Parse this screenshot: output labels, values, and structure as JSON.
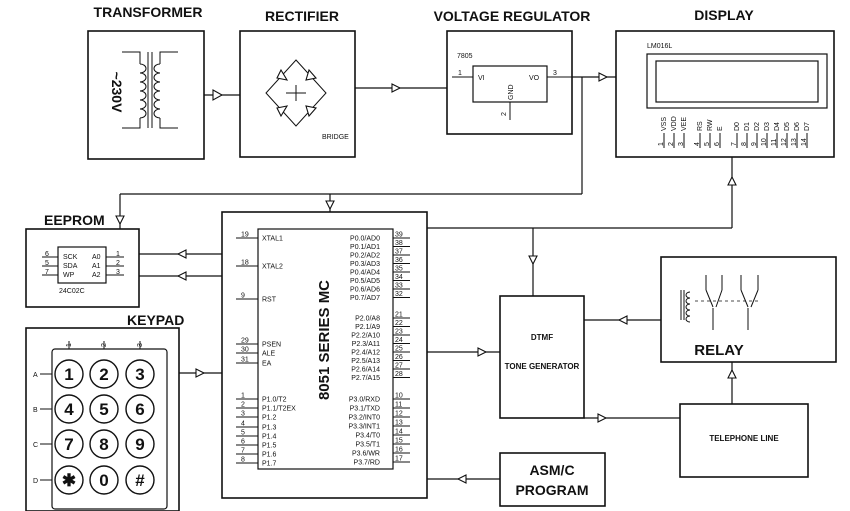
{
  "blocks": {
    "transformer": {
      "title": "TRANSFORMER",
      "voltage": "~230V"
    },
    "rectifier": {
      "title": "RECTIFIER",
      "bridge_label": "BRIDGE"
    },
    "regulator": {
      "title": "VOLTAGE REGULATOR",
      "part": "7805",
      "pin_in_num": "1",
      "pin_in": "VI",
      "pin_out": "VO",
      "pin_out_num": "3",
      "pin_gnd": "GND",
      "pin_gnd_num": "2"
    },
    "display": {
      "title": "DISPLAY",
      "part": "LM016L",
      "pins": [
        {
          "name": "VSS",
          "num": "1"
        },
        {
          "name": "VDD",
          "num": "2"
        },
        {
          "name": "VEE",
          "num": "3"
        },
        {
          "name": "RS",
          "num": "4"
        },
        {
          "name": "RW",
          "num": "5"
        },
        {
          "name": "E",
          "num": "6"
        },
        {
          "name": "D0",
          "num": "7"
        },
        {
          "name": "D1",
          "num": "8"
        },
        {
          "name": "D2",
          "num": "9"
        },
        {
          "name": "D3",
          "num": "10"
        },
        {
          "name": "D4",
          "num": "11"
        },
        {
          "name": "D5",
          "num": "12"
        },
        {
          "name": "D6",
          "num": "13"
        },
        {
          "name": "D7",
          "num": "14"
        }
      ]
    },
    "eeprom": {
      "title": "EEPROM",
      "part": "24C02C",
      "left_pins": [
        {
          "num": "6",
          "name": "SCK"
        },
        {
          "num": "5",
          "name": "SDA"
        },
        {
          "num": "7",
          "name": "WP"
        }
      ],
      "right_pins": [
        {
          "name": "A0",
          "num": "1"
        },
        {
          "name": "A1",
          "num": "2"
        },
        {
          "name": "A2",
          "num": "3"
        }
      ]
    },
    "mcu": {
      "title": "8051 SERIES MC",
      "left_pins": [
        {
          "num": "19",
          "name": "XTAL1"
        },
        {
          "num": "18",
          "name": "XTAL2"
        },
        {
          "num": "9",
          "name": "RST"
        },
        {
          "num": "29",
          "name": "PSEN"
        },
        {
          "num": "30",
          "name": "ALE"
        },
        {
          "num": "31",
          "name": "EA"
        },
        {
          "num": "1",
          "name": "P1.0/T2"
        },
        {
          "num": "2",
          "name": "P1.1/T2EX"
        },
        {
          "num": "3",
          "name": "P1.2"
        },
        {
          "num": "4",
          "name": "P1.3"
        },
        {
          "num": "5",
          "name": "P1.4"
        },
        {
          "num": "6",
          "name": "P1.5"
        },
        {
          "num": "7",
          "name": "P1.6"
        },
        {
          "num": "8",
          "name": "P1.7"
        }
      ],
      "right_pins": [
        {
          "name": "P0.0/AD0",
          "num": "39"
        },
        {
          "name": "P0.1/AD1",
          "num": "38"
        },
        {
          "name": "P0.2/AD2",
          "num": "37"
        },
        {
          "name": "P0.3/AD3",
          "num": "36"
        },
        {
          "name": "P0.4/AD4",
          "num": "35"
        },
        {
          "name": "P0.5/AD5",
          "num": "34"
        },
        {
          "name": "P0.6/AD6",
          "num": "33"
        },
        {
          "name": "P0.7/AD7",
          "num": "32"
        },
        {
          "name": "P2.0/A8",
          "num": "21"
        },
        {
          "name": "P2.1/A9",
          "num": "22"
        },
        {
          "name": "P2.2/A10",
          "num": "23"
        },
        {
          "name": "P2.3/A11",
          "num": "24"
        },
        {
          "name": "P2.4/A12",
          "num": "25"
        },
        {
          "name": "P2.5/A13",
          "num": "26"
        },
        {
          "name": "P2.6/A14",
          "num": "27"
        },
        {
          "name": "P2.7/A15",
          "num": "28"
        },
        {
          "name": "P3.0/RXD",
          "num": "10"
        },
        {
          "name": "P3.1/TXD",
          "num": "11"
        },
        {
          "name": "P3.2/INT0",
          "num": "12"
        },
        {
          "name": "P3.3/INT1",
          "num": "13"
        },
        {
          "name": "P3.4/T0",
          "num": "14"
        },
        {
          "name": "P3.5/T1",
          "num": "15"
        },
        {
          "name": "P3.6/WR",
          "num": "16"
        },
        {
          "name": "P3.7/RD",
          "num": "17"
        }
      ]
    },
    "dtmf": {
      "line1": "DTMF",
      "line2": "TONE GENERATOR"
    },
    "relay": {
      "title": "RELAY"
    },
    "telephone": {
      "title": "TELEPHONE LINE"
    },
    "program": {
      "line1": "ASM/C",
      "line2": "PROGRAM"
    },
    "keypad": {
      "title": "KEYPAD",
      "col_labels": [
        "1",
        "2",
        "3"
      ],
      "row_labels": [
        "A",
        "B",
        "C",
        "D"
      ],
      "keys": [
        "1",
        "2",
        "3",
        "4",
        "5",
        "6",
        "7",
        "8",
        "9",
        "✱",
        "0",
        "#"
      ]
    }
  }
}
